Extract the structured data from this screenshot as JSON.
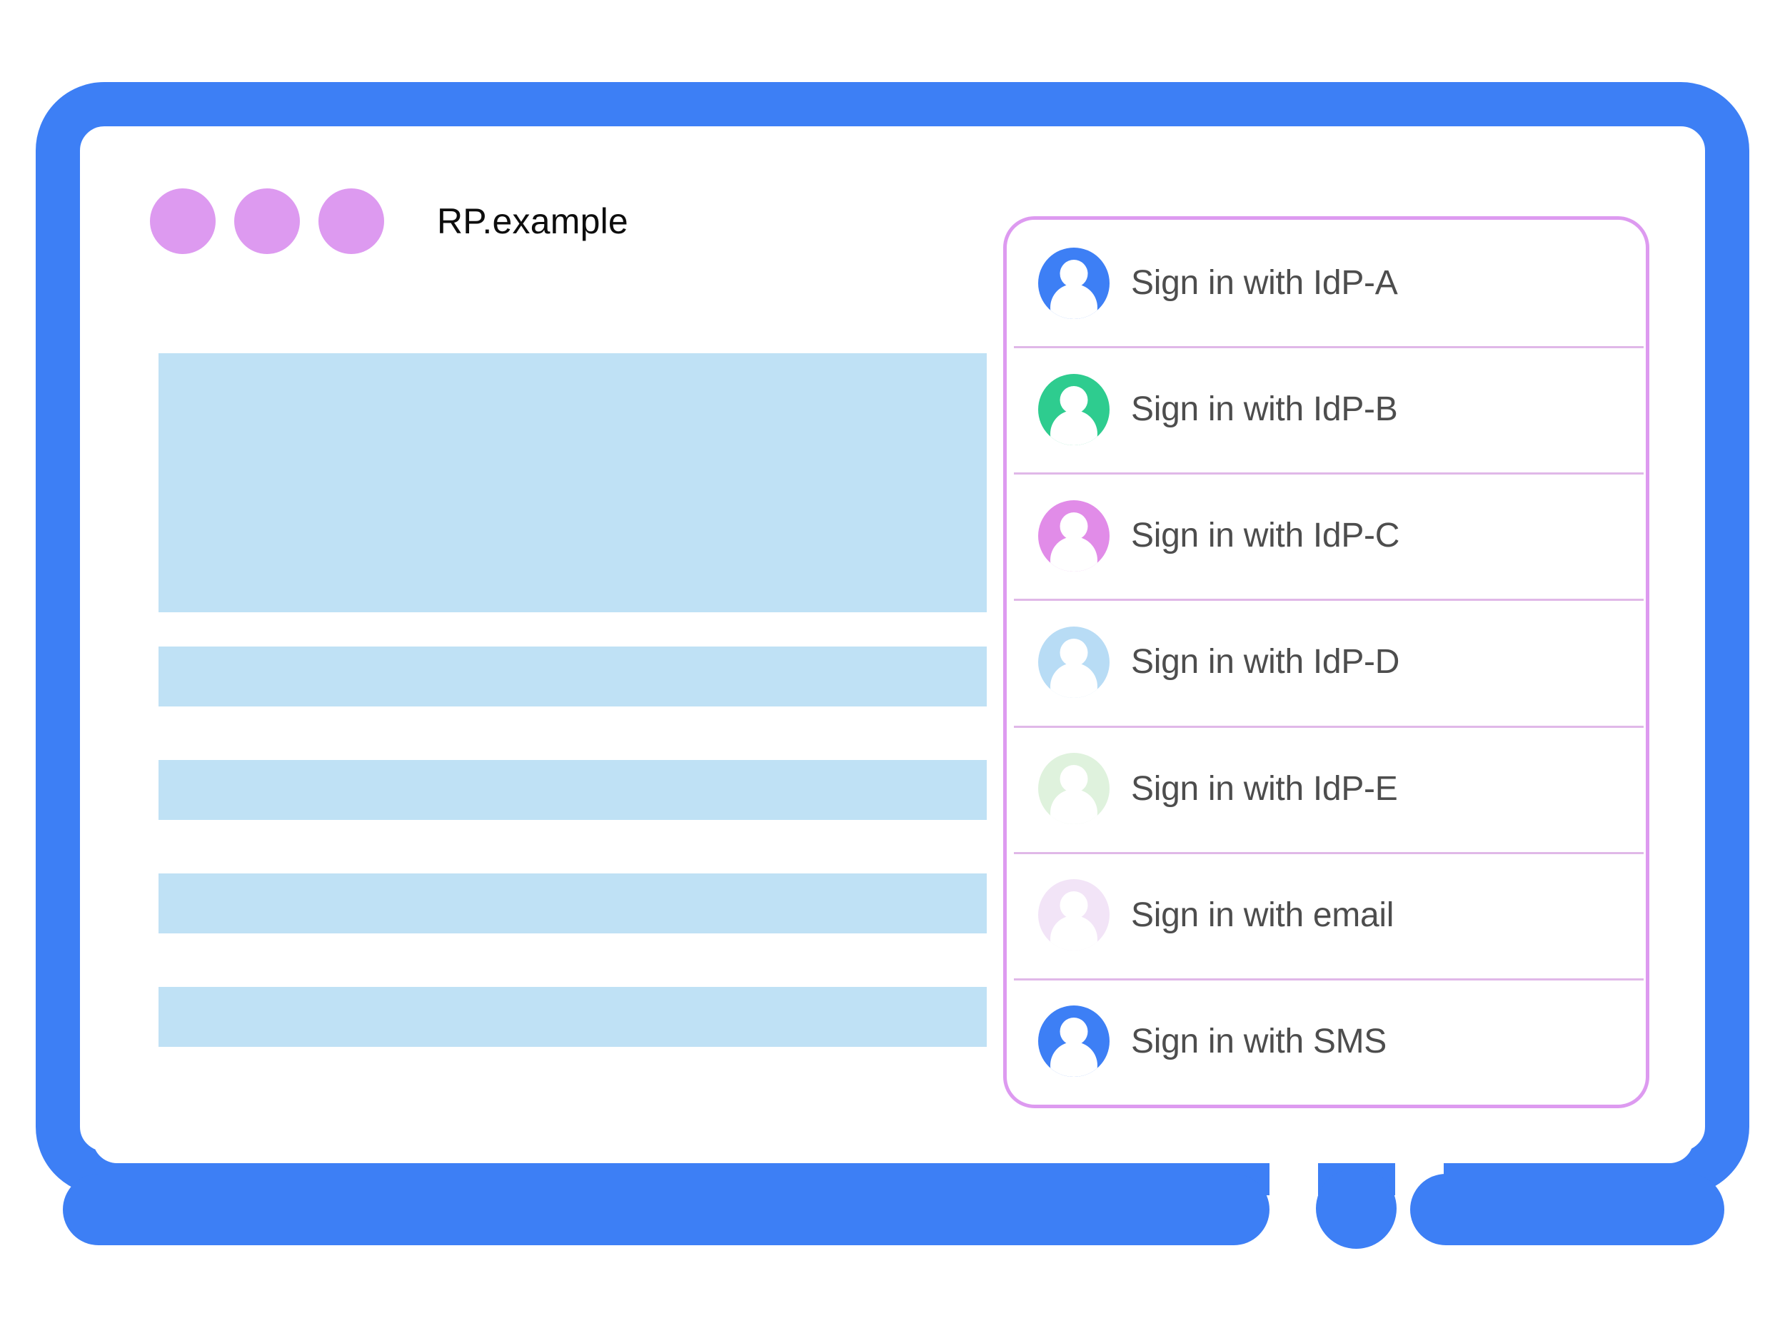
{
  "window": {
    "title": "RP.example",
    "traffic_dots": [
      "dot-1",
      "dot-2",
      "dot-3"
    ],
    "dot_color": "#dd9af0",
    "frame_color": "#3d7ff5"
  },
  "content_skeleton": {
    "placeholder_color": "#bfe1f5",
    "blocks": [
      {
        "name": "hero-placeholder",
        "type": "hero"
      },
      {
        "name": "line-placeholder-1",
        "type": "bar"
      },
      {
        "name": "line-placeholder-2",
        "type": "bar"
      },
      {
        "name": "line-placeholder-3",
        "type": "bar"
      },
      {
        "name": "line-placeholder-4",
        "type": "bar"
      }
    ]
  },
  "account_chooser": {
    "border_color": "#dd9af0",
    "divider_color": "#e0b8e8",
    "label_color": "#4d4d4d",
    "items": [
      {
        "label": "Sign in with IdP-A",
        "avatar_color": "#3d7ff5",
        "icon": "account-avatar-icon"
      },
      {
        "label": "Sign in with IdP-B",
        "avatar_color": "#2ecc8f",
        "icon": "account-avatar-icon"
      },
      {
        "label": "Sign in with IdP-C",
        "avatar_color": "#e18ce8",
        "icon": "account-avatar-icon"
      },
      {
        "label": "Sign in with IdP-D",
        "avatar_color": "#b8dcf5",
        "icon": "account-avatar-icon"
      },
      {
        "label": "Sign in with IdP-E",
        "avatar_color": "#dff2dd",
        "icon": "account-avatar-icon"
      },
      {
        "label": "Sign in with email",
        "avatar_color": "#f2e4f7",
        "icon": "account-avatar-icon"
      },
      {
        "label": "Sign in with SMS",
        "avatar_color": "#3d7ff5",
        "icon": "account-avatar-icon"
      }
    ]
  }
}
